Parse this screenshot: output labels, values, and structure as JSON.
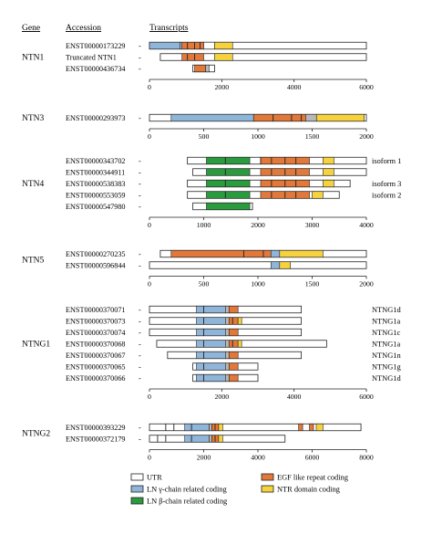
{
  "headers": {
    "gene": "Gene",
    "accession": "Accession",
    "transcripts": "Transcripts"
  },
  "colors": {
    "utr": "#ffffff",
    "gamma": "#8fb5d9",
    "beta": "#2a9b3e",
    "egf": "#e2783a",
    "ntr": "#f5d23e",
    "other": "#b8b8b8",
    "outline": "#222222"
  },
  "legend": [
    {
      "type": "utr",
      "label": "UTR"
    },
    {
      "type": "egf",
      "label": "EGF like repeat coding"
    },
    {
      "type": "gamma",
      "label": "LN γ-chain related coding"
    },
    {
      "type": "ntr",
      "label": "NTR domain coding"
    },
    {
      "type": "beta",
      "label": "LN β-chain related coding"
    }
  ],
  "groups": [
    {
      "gene": "NTN1",
      "axis": {
        "min": 0,
        "max": 6000,
        "ticks": [
          0,
          2000,
          4000,
          6000
        ]
      },
      "transcripts": [
        {
          "accession": "ENST00000173229",
          "isoform": "",
          "start": -100,
          "end": 6000,
          "segments": [
            {
              "from": 0,
              "to": 850,
              "type": "gamma"
            },
            {
              "from": 850,
              "to": 900,
              "type": "other"
            },
            {
              "from": 900,
              "to": 1500,
              "type": "egf"
            },
            {
              "from": 1500,
              "to": 1800,
              "type": "utr"
            },
            {
              "from": 1800,
              "to": 2300,
              "type": "ntr"
            }
          ],
          "dividers": [
            1050,
            1250,
            1400
          ]
        },
        {
          "accession": "Truncated NTN1",
          "isoform": "",
          "start": 300,
          "end": 6000,
          "segments": [
            {
              "from": 900,
              "to": 1500,
              "type": "egf"
            },
            {
              "from": 1800,
              "to": 2300,
              "type": "ntr"
            }
          ],
          "dividers": [
            1050,
            1250
          ]
        },
        {
          "accession": "ENST00000436734",
          "isoform": "",
          "start": 1200,
          "end": 1800,
          "segments": [
            {
              "from": 1250,
              "to": 1550,
              "type": "egf"
            },
            {
              "from": 1550,
              "to": 1650,
              "type": "other"
            }
          ],
          "dividers": []
        }
      ]
    },
    {
      "gene": "NTN3",
      "axis": {
        "min": 0,
        "max": 2000,
        "ticks": [
          0,
          500,
          1000,
          1500,
          2000
        ]
      },
      "transcripts": [
        {
          "accession": "ENST00000293973",
          "isoform": "",
          "start": 0,
          "end": 2000,
          "segments": [
            {
              "from": 200,
              "to": 960,
              "type": "gamma"
            },
            {
              "from": 960,
              "to": 1440,
              "type": "egf"
            },
            {
              "from": 1440,
              "to": 1540,
              "type": "other"
            },
            {
              "from": 1540,
              "to": 1980,
              "type": "ntr"
            }
          ],
          "dividers": [
            1140,
            1310,
            1400
          ]
        }
      ]
    },
    {
      "gene": "NTN4",
      "axis": {
        "min": 0,
        "max": 4000,
        "ticks": [
          0,
          1000,
          2000,
          3000,
          4000
        ]
      },
      "transcripts": [
        {
          "accession": "ENST00000343702",
          "isoform": "isoform 1",
          "start": 700,
          "end": 6000,
          "segments": [
            {
              "from": 1050,
              "to": 1850,
              "type": "beta"
            },
            {
              "from": 2050,
              "to": 2950,
              "type": "egf"
            },
            {
              "from": 3200,
              "to": 3400,
              "type": "ntr"
            }
          ],
          "dividers": [
            1400,
            2050,
            2250,
            2500,
            2700
          ]
        },
        {
          "accession": "ENST00000344911",
          "isoform": "",
          "start": 800,
          "end": 6000,
          "segments": [
            {
              "from": 1050,
              "to": 1850,
              "type": "beta"
            },
            {
              "from": 2050,
              "to": 2950,
              "type": "egf"
            },
            {
              "from": 3200,
              "to": 3400,
              "type": "ntr"
            }
          ],
          "dividers": [
            1400,
            2250,
            2500,
            2700
          ]
        },
        {
          "accession": "ENST00000538383",
          "isoform": "isoform 3",
          "start": 700,
          "end": 3700,
          "segments": [
            {
              "from": 1050,
              "to": 1850,
              "type": "beta"
            },
            {
              "from": 2050,
              "to": 2950,
              "type": "egf"
            },
            {
              "from": 3200,
              "to": 3400,
              "type": "ntr"
            }
          ],
          "dividers": [
            1400,
            2250,
            2500,
            2700
          ]
        },
        {
          "accession": "ENST00000553059",
          "isoform": "isoform 2",
          "start": 700,
          "end": 3500,
          "segments": [
            {
              "from": 1050,
              "to": 1850,
              "type": "beta"
            },
            {
              "from": 2050,
              "to": 2950,
              "type": "egf"
            },
            {
              "from": 3000,
              "to": 3200,
              "type": "ntr"
            }
          ],
          "dividers": [
            1400,
            2250,
            2500,
            2700
          ]
        },
        {
          "accession": "ENST00000547980",
          "isoform": "",
          "start": 800,
          "end": 1900,
          "segments": [
            {
              "from": 1050,
              "to": 1850,
              "type": "beta"
            }
          ],
          "dividers": []
        }
      ]
    },
    {
      "gene": "NTN5",
      "axis": {
        "min": 0,
        "max": 2000,
        "ticks": [
          0,
          500,
          1000,
          1500,
          2000
        ]
      },
      "transcripts": [
        {
          "accession": "ENST00000270235",
          "isoform": "",
          "start": 100,
          "end": 2000,
          "segments": [
            {
              "from": 200,
              "to": 1120,
              "type": "egf"
            },
            {
              "from": 1120,
              "to": 1200,
              "type": "gamma"
            },
            {
              "from": 1200,
              "to": 1600,
              "type": "ntr"
            }
          ],
          "dividers": [
            870,
            1050
          ]
        },
        {
          "accession": "ENST00000596844",
          "isoform": "",
          "start": 0,
          "end": 2000,
          "segments": [
            {
              "from": 1120,
              "to": 1200,
              "type": "gamma"
            },
            {
              "from": 1200,
              "to": 1300,
              "type": "ntr"
            }
          ],
          "dividers": []
        }
      ]
    },
    {
      "gene": "NTNG1",
      "axis": {
        "min": 0,
        "max": 6000,
        "ticks": [
          0,
          2000,
          4000,
          6000
        ]
      },
      "transcripts": [
        {
          "accession": "ENST00000370071",
          "isoform": "NTNG1d",
          "start": 0,
          "end": 4200,
          "segments": [
            {
              "from": 1300,
              "to": 2100,
              "type": "gamma"
            },
            {
              "from": 2100,
              "to": 2200,
              "type": "other"
            },
            {
              "from": 2200,
              "to": 2450,
              "type": "egf"
            }
          ],
          "dividers": [
            1500
          ]
        },
        {
          "accession": "ENST00000370073",
          "isoform": "NTNG1a",
          "start": 0,
          "end": 4200,
          "segments": [
            {
              "from": 1300,
              "to": 2100,
              "type": "gamma"
            },
            {
              "from": 2100,
              "to": 2200,
              "type": "other"
            },
            {
              "from": 2200,
              "to": 2450,
              "type": "egf"
            },
            {
              "from": 2450,
              "to": 2550,
              "type": "ntr"
            }
          ],
          "dividers": [
            1500,
            2300
          ]
        },
        {
          "accession": "ENST00000370074",
          "isoform": "NTNG1c",
          "start": 0,
          "end": 4200,
          "segments": [
            {
              "from": 1300,
              "to": 2100,
              "type": "gamma"
            },
            {
              "from": 2100,
              "to": 2200,
              "type": "other"
            },
            {
              "from": 2200,
              "to": 2450,
              "type": "egf"
            }
          ],
          "dividers": [
            1500
          ]
        },
        {
          "accession": "ENST00000370068",
          "isoform": "NTNG1a",
          "start": 200,
          "end": 4900,
          "segments": [
            {
              "from": 1300,
              "to": 2100,
              "type": "gamma"
            },
            {
              "from": 2100,
              "to": 2200,
              "type": "other"
            },
            {
              "from": 2200,
              "to": 2450,
              "type": "egf"
            },
            {
              "from": 2450,
              "to": 2550,
              "type": "ntr"
            }
          ],
          "dividers": [
            1500,
            2300
          ]
        },
        {
          "accession": "ENST00000370067",
          "isoform": "NTNG1n",
          "start": 500,
          "end": 4200,
          "segments": [
            {
              "from": 1300,
              "to": 2100,
              "type": "gamma"
            },
            {
              "from": 2100,
              "to": 2200,
              "type": "other"
            },
            {
              "from": 2200,
              "to": 2450,
              "type": "egf"
            }
          ],
          "dividers": [
            1500
          ]
        },
        {
          "accession": "ENST00000370065",
          "isoform": "NTNG1g",
          "start": 1200,
          "end": 3000,
          "segments": [
            {
              "from": 1300,
              "to": 2100,
              "type": "gamma"
            },
            {
              "from": 2100,
              "to": 2200,
              "type": "other"
            },
            {
              "from": 2200,
              "to": 2450,
              "type": "egf"
            }
          ],
          "dividers": [
            1500
          ]
        },
        {
          "accession": "ENST00000370066",
          "isoform": "NTNG1d",
          "start": 1200,
          "end": 3000,
          "segments": [
            {
              "from": 1300,
              "to": 2100,
              "type": "gamma"
            },
            {
              "from": 2100,
              "to": 2200,
              "type": "other"
            },
            {
              "from": 2200,
              "to": 2450,
              "type": "egf"
            }
          ],
          "dividers": [
            1500
          ]
        }
      ]
    },
    {
      "gene": "NTNG2",
      "axis": {
        "min": 0,
        "max": 8000,
        "ticks": [
          0,
          2000,
          4000,
          6000,
          8000
        ]
      },
      "transcripts": [
        {
          "accession": "ENST00000393229",
          "isoform": "",
          "start": 0,
          "end": 7800,
          "segments": [
            {
              "from": 1300,
              "to": 2200,
              "type": "gamma"
            },
            {
              "from": 2200,
              "to": 2300,
              "type": "other"
            },
            {
              "from": 2300,
              "to": 2550,
              "type": "egf"
            },
            {
              "from": 2550,
              "to": 2700,
              "type": "ntr"
            },
            {
              "from": 5500,
              "to": 5650,
              "type": "egf"
            },
            {
              "from": 5900,
              "to": 6050,
              "type": "egf"
            },
            {
              "from": 6150,
              "to": 6400,
              "type": "ntr"
            }
          ],
          "dividers": [
            600,
            900,
            1550,
            2420
          ]
        },
        {
          "accession": "ENST00000372179",
          "isoform": "",
          "start": 0,
          "end": 5000,
          "segments": [
            {
              "from": 1300,
              "to": 2200,
              "type": "gamma"
            },
            {
              "from": 2200,
              "to": 2300,
              "type": "other"
            },
            {
              "from": 2300,
              "to": 2550,
              "type": "egf"
            },
            {
              "from": 2550,
              "to": 2700,
              "type": "ntr"
            }
          ],
          "dividers": [
            300,
            600,
            1550,
            2420
          ]
        }
      ]
    }
  ]
}
